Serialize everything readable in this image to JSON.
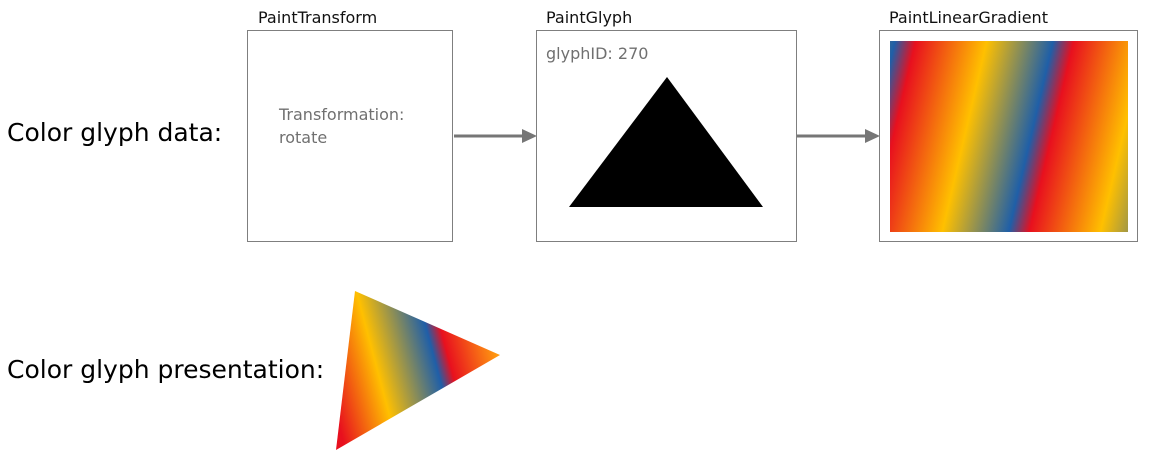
{
  "rows": {
    "data_label": "Color glyph data:",
    "presentation_label": "Color glyph presentation:"
  },
  "nodes": [
    {
      "title": "PaintTransform",
      "lines": [
        "Transformation:",
        "rotate"
      ]
    },
    {
      "title": "PaintGlyph",
      "lines": [
        "glyphID: 270"
      ]
    },
    {
      "title": "PaintLinearGradient",
      "lines": []
    }
  ],
  "edges": [
    {
      "from": "PaintTransform",
      "to": "PaintGlyph"
    },
    {
      "from": "PaintGlyph",
      "to": "PaintLinearGradient"
    }
  ],
  "colors": {
    "box_border": "#7f7f7f",
    "arrow": "#767676",
    "label_gray": "#707070",
    "glyph_fill": "#000000",
    "gradient_stops": [
      "#e8101e",
      "#ffc000",
      "#1f5fa8",
      "#e8101e"
    ]
  }
}
